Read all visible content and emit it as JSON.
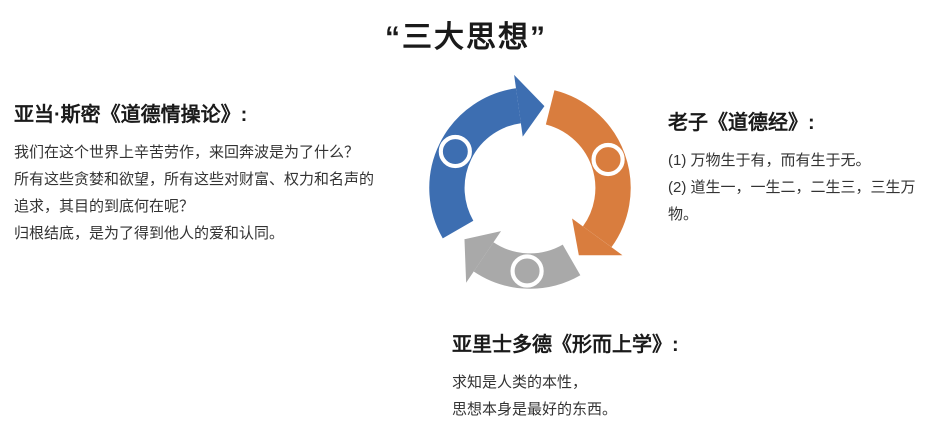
{
  "page": {
    "background": "#ffffff"
  },
  "title": "“三大思想”",
  "diagram": {
    "type": "cycle",
    "direction": "clockwise",
    "colors": {
      "blue": "#3D6EB1",
      "orange": "#D97D3E",
      "gray": "#A9A9A9",
      "node_ring": "#ffffff"
    },
    "segments": [
      {
        "name": "adam-smith",
        "color": "#3D6EB1"
      },
      {
        "name": "laozi",
        "color": "#D97D3E"
      },
      {
        "name": "aristotle",
        "color": "#A9A9A9"
      }
    ]
  },
  "sections": {
    "left": {
      "heading": "亚当·斯密《道德情操论》:",
      "lines": [
        "我们在这个世界上辛苦劳作，来回奔波是为了什么？",
        "所有这些贪婪和欲望，所有这些对财富、权力和名声的",
        "追求，其目的到底何在呢？",
        "归根结底，是为了得到他人的爱和认同。"
      ]
    },
    "right": {
      "heading": "老子《道德经》:",
      "lines": [
        "(1) 万物生于有，而有生于无。",
        "(2) 道生一，一生二，二生三，三生万物。"
      ]
    },
    "bottom": {
      "heading": "亚里士多德《形而上学》:",
      "lines": [
        "求知是人类的本性，",
        "思想本身是最好的东西。"
      ]
    }
  }
}
